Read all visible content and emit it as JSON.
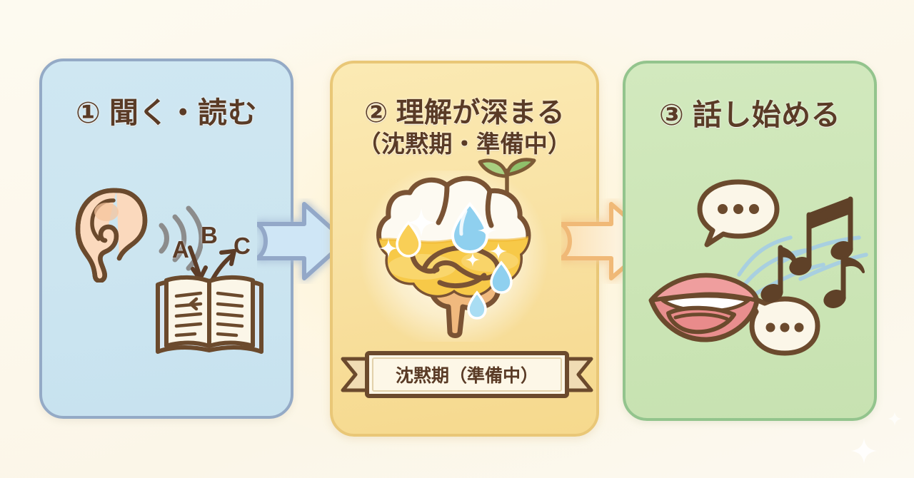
{
  "page": {
    "background_color": "#fdfaf0",
    "glow_color": "#ffd68c"
  },
  "panels": [
    {
      "id": "listen",
      "number": "①",
      "title": "① 聞く・読む",
      "fill_color": "#cce5f0",
      "border_color": "#94aac6",
      "icons": [
        "ear-icon",
        "soundwave-icon",
        "book-icon"
      ],
      "letters": [
        "A",
        "B",
        "C"
      ]
    },
    {
      "id": "understand",
      "number": "②",
      "title": "② 理解が深まる",
      "subtitle": "（沈黙期・準備中）",
      "fill_color": "#f9e3a6",
      "border_color": "#e9c777",
      "icons": [
        "brain-icon",
        "sprout-icon",
        "water-drop-icon",
        "sparkle-icon"
      ],
      "ribbon_label": "沈黙期（準備中）",
      "ribbon_fill": "#fdf6e4",
      "ribbon_border": "#6b4a2d"
    },
    {
      "id": "speak",
      "number": "③",
      "title": "③ 話し始める",
      "fill_color": "#cce5b6",
      "border_color": "#93c48d",
      "icons": [
        "mouth-icon",
        "speech-bubble-icon",
        "music-note-icon"
      ]
    }
  ],
  "arrows": [
    {
      "id": "arrow-1",
      "name": "flow-arrow-right",
      "fill": "#cfe6f6",
      "stroke": "#93a8c8"
    },
    {
      "id": "arrow-2",
      "name": "flow-arrow-right",
      "fill": "#fdf0da",
      "stroke": "#f0b977"
    }
  ],
  "text_color": "#5a3b26"
}
